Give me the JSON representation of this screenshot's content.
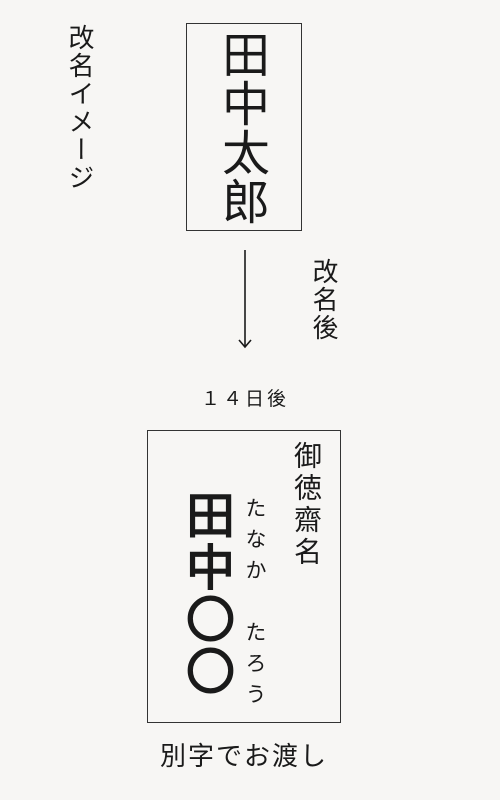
{
  "side_label": "改名イメージ",
  "before": {
    "name": "田中太郎"
  },
  "transition": {
    "label": "改名後",
    "period": "１４日後"
  },
  "after": {
    "title_mark": "御徳齋名",
    "name": "田中〇〇",
    "reading": "たなか　たろう"
  },
  "note": "別字でお渡し"
}
